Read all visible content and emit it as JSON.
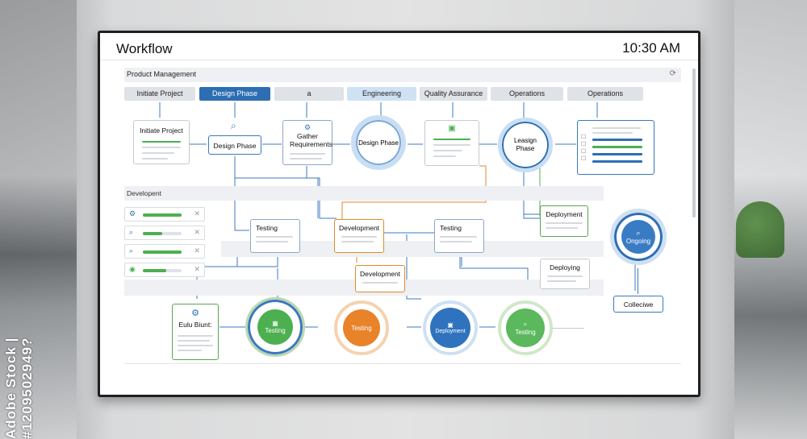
{
  "window": {
    "title": "Workflow",
    "clock": "10:30 AM"
  },
  "section": {
    "title": "Product Management",
    "refresh_icon": "refresh-icon"
  },
  "tabs": [
    {
      "label": "Initiate Project"
    },
    {
      "label": "Design Phase"
    },
    {
      "label": "a"
    },
    {
      "label": "Engineering"
    },
    {
      "label": "Quality Assurance"
    },
    {
      "label": "Operations"
    },
    {
      "label": "Operations"
    }
  ],
  "nodes": {
    "initiate": "Initiate Project",
    "design": "Design Phase",
    "gather": "Gather Requirements",
    "design_circle": "Design Phase",
    "leasign": "Leasign Phase",
    "testing_a": "Testing",
    "development_a": "Development",
    "testing_b": "Testing",
    "deployment_a": "Deployment",
    "development_b": "Development",
    "deploying": "Deploying",
    "ongoing": "Ongoing",
    "colleciwe": "Colleciwe",
    "build": "Eulu Biunt:",
    "testing_c": "Testing",
    "testing_d": "Testing",
    "deployment_c": "Deployment",
    "testing_e": "Testing"
  },
  "band_label": "Developent",
  "sidebar_rows": [
    {
      "icon": "gear-icon",
      "fill": 1.0
    },
    {
      "icon": "search-icon",
      "fill": 0.5
    },
    {
      "icon": "search-icon",
      "fill": 1.0
    },
    {
      "icon": "target-icon",
      "fill": 0.6
    }
  ],
  "watermark": "Adobe Stock | #1209502949?",
  "colors": {
    "blue": "#2d6eb3",
    "green": "#4caf50",
    "orange": "#e0892c",
    "gray": "#dfe2e6"
  }
}
